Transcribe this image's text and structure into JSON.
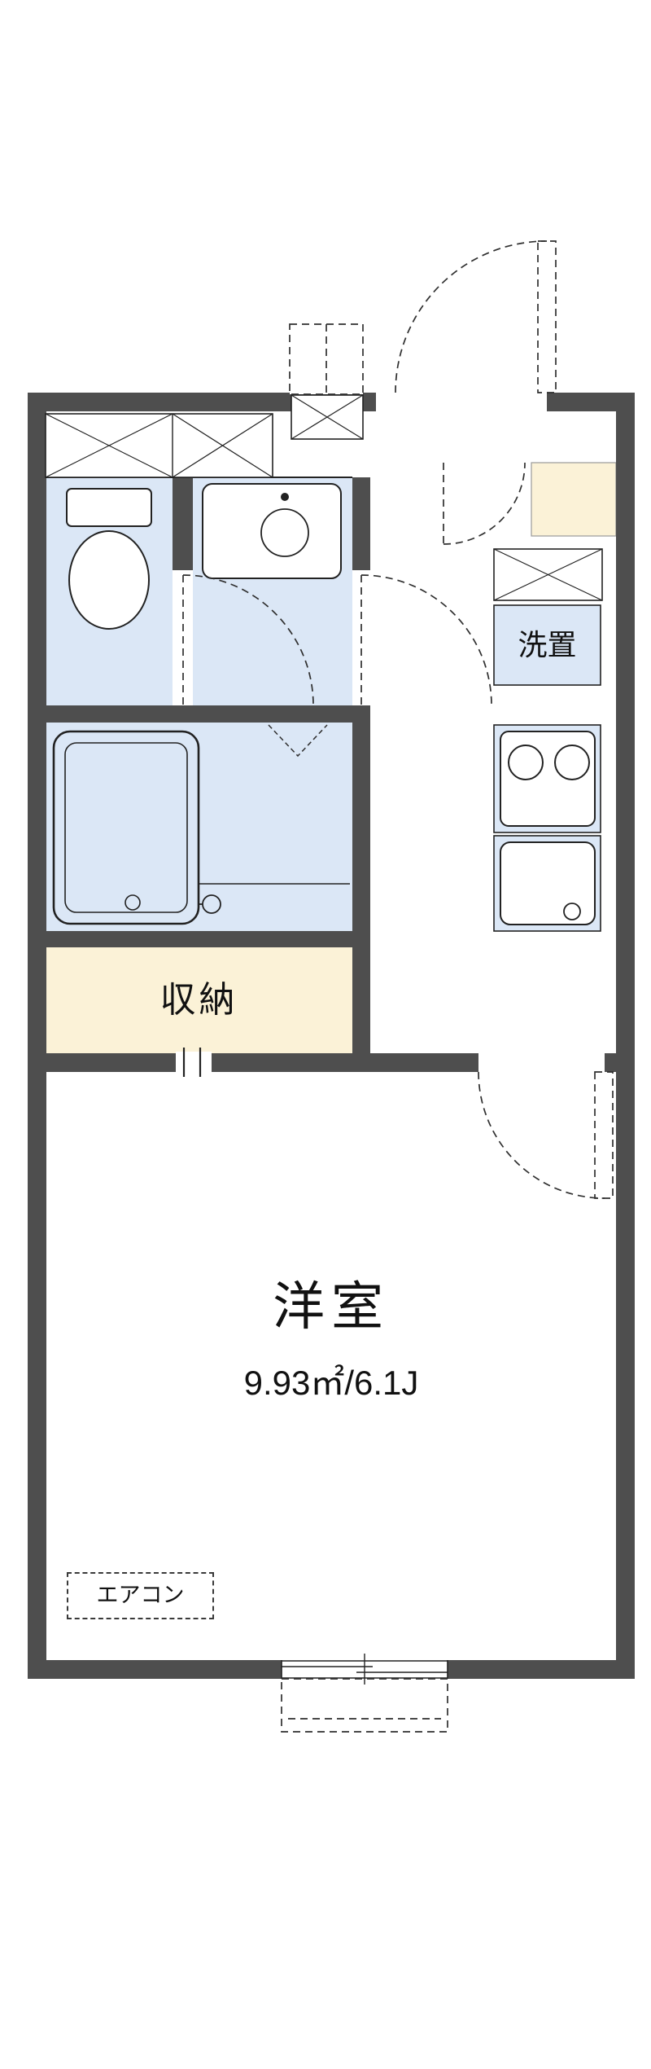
{
  "colors": {
    "wall": "#4e4e4e",
    "room_blue": "#dbe7f6",
    "cream": "#fbf2d7",
    "line": "#222222",
    "dash": "#2f2f2f"
  },
  "labels": {
    "laundry": "洗置",
    "closet": "収納",
    "room_name": "洋室",
    "room_size": "9.93㎡/6.1J",
    "aircon": "エアコン"
  }
}
